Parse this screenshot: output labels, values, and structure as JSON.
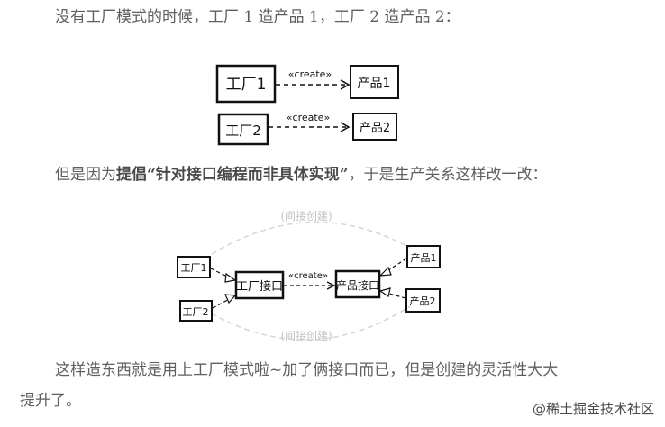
{
  "paragraph1": "没有工厂模式的时候，工厂 1 造产品 1，工厂 2 造产品 2：",
  "paragraph2": {
    "prefix": "但是因为",
    "emphasis": "提倡“针对接口编程而非具体实现”",
    "suffix": "，于是生产关系这样改一改："
  },
  "paragraph3": {
    "line1": "这样造东西就是用上工厂模式啦~加了俩接口而已，但是创建的灵活性大大",
    "line2": "提升了。"
  },
  "diagram1": {
    "rows": [
      {
        "factory": "工厂1",
        "relation": "«create»",
        "product": "产品1"
      },
      {
        "factory": "工厂2",
        "relation": "«create»",
        "product": "产品2"
      }
    ]
  },
  "diagram2": {
    "factory1": "工厂1",
    "factory2": "工厂2",
    "factory_interface": "工厂接口",
    "product_interface": "产品接口",
    "product1": "产品1",
    "product2": "产品2",
    "relation": "«create»",
    "top_note": "(间接创建)",
    "bottom_note": "(间接创建)"
  },
  "watermark": "@稀土掘金技术社区"
}
